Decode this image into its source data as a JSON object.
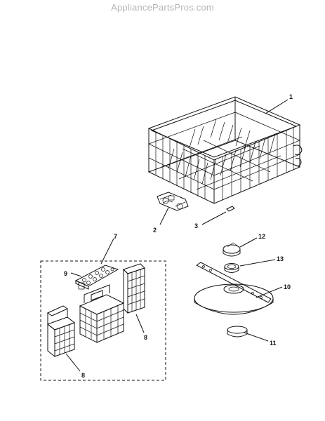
{
  "watermark": "AppliancePartsPros.com",
  "callouts": {
    "c1": "1",
    "c2": "2",
    "c3": "3",
    "c7": "7",
    "c8a": "8",
    "c8b": "8",
    "c9": "9",
    "c10": "10",
    "c11": "11",
    "c12": "12",
    "c13": "13"
  },
  "parts": [
    {
      "ref": "1",
      "icon": "lower-dishrack-icon"
    },
    {
      "ref": "2",
      "icon": "rack-roller-icon"
    },
    {
      "ref": "3",
      "icon": "axle-pin-icon"
    },
    {
      "ref": "7",
      "icon": "silverware-basket-assembly-icon"
    },
    {
      "ref": "8",
      "icon": "basket-icon"
    },
    {
      "ref": "9",
      "icon": "basket-lid-icon"
    },
    {
      "ref": "10",
      "icon": "lower-spray-arm-icon"
    },
    {
      "ref": "11",
      "icon": "bearing-ring-icon"
    },
    {
      "ref": "12",
      "icon": "spray-arm-nut-icon"
    },
    {
      "ref": "13",
      "icon": "bearing-ring-icon"
    }
  ]
}
